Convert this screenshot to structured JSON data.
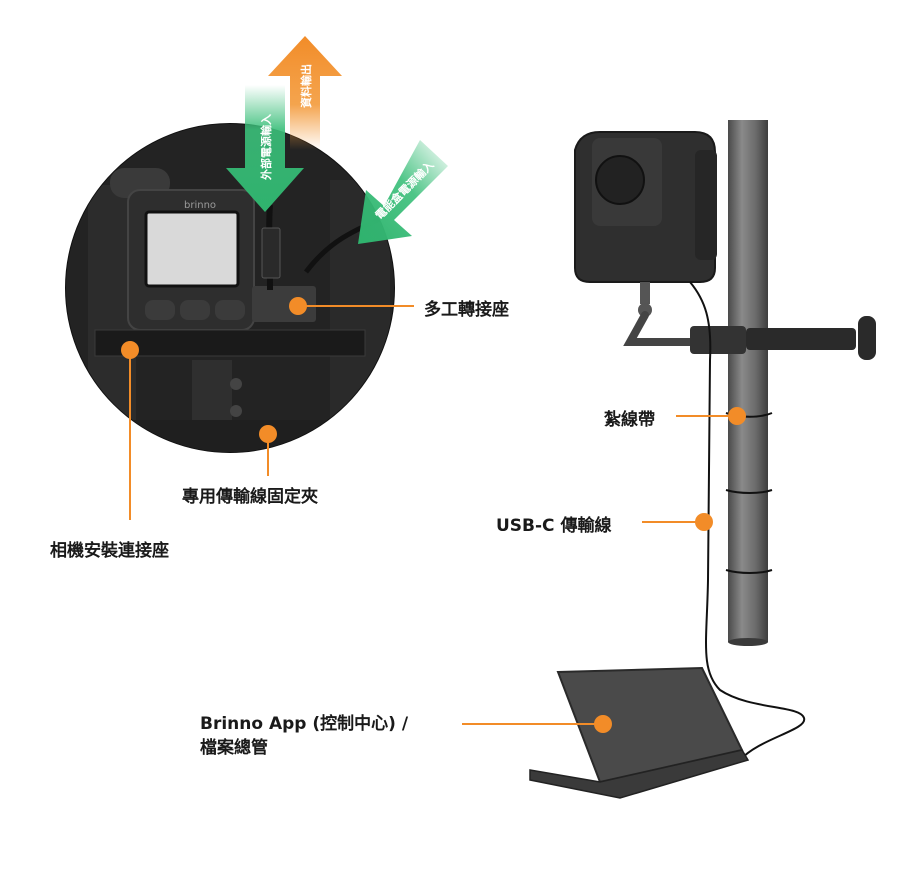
{
  "colors": {
    "accent_orange": "#f28c28",
    "arrow_green": "#3bbf7a",
    "arrow_orange": "#f39a3a",
    "device_dark": "#2a2a2a",
    "pole_gray": "#6b6b6b",
    "text": "#1a1a1a"
  },
  "arrows": {
    "external_power_in": "外部電源輸入",
    "data_out": "資料輸出",
    "battery_power_in": "電能盒電源輸入"
  },
  "device": {
    "brand_on_body": "brinno"
  },
  "labels": {
    "adapter": "多工轉接座",
    "cable_clip": "專用傳輸線固定夾",
    "camera_mount": "相機安裝連接座",
    "cable_tie": "紮線帶",
    "usb_c_cable": "USB-C 傳輸線",
    "app_line1": "Brinno App (控制中心) /",
    "app_line2": "檔案總管"
  }
}
